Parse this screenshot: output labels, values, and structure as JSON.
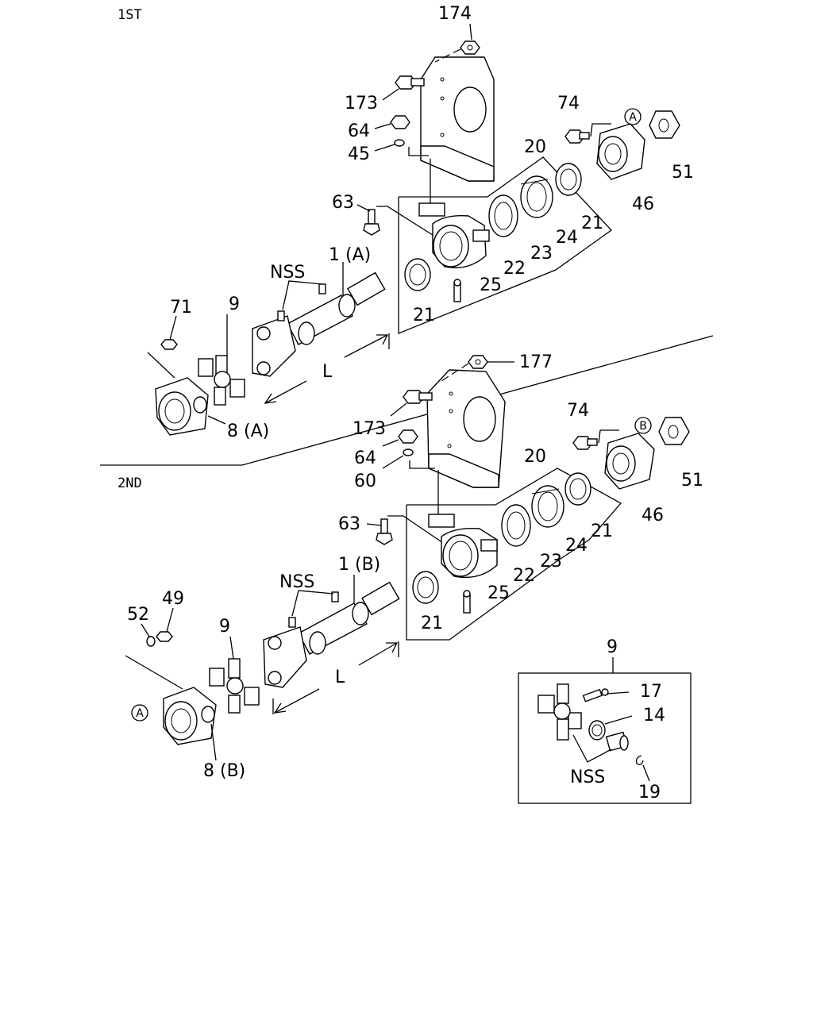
{
  "sections": {
    "first": "1ST",
    "second": "2ND"
  },
  "labels": {
    "p174": "174",
    "p173a": "173",
    "p64a": "64",
    "p45": "45",
    "p74a": "74",
    "pA_a": "A",
    "p51a": "51",
    "p20a": "20",
    "p46a": "46",
    "p63a": "63",
    "p21a": "21",
    "p24a": "24",
    "p23a": "23",
    "p22a": "22",
    "nss_a": "NSS",
    "p1A": "1 (A)",
    "p25a": "25",
    "p21b": "21",
    "p71": "71",
    "p9a": "9",
    "La": "L",
    "p8A": "8 (A)",
    "p177": "177",
    "p173b": "173",
    "p64b": "64",
    "p60": "60",
    "p74b": "74",
    "pB": "B",
    "p51b": "51",
    "p20b": "20",
    "p46b": "46",
    "p63b": "63",
    "p21c": "21",
    "p24b": "24",
    "p23b": "23",
    "p22b": "22",
    "nss_b": "NSS",
    "p1B": "1 (B)",
    "p25b": "25",
    "p21d": "21",
    "p52": "52",
    "p49": "49",
    "p9b": "9",
    "Lb": "L",
    "pA_b": "A",
    "p8B": "8 (B)",
    "p9c": "9",
    "p17": "17",
    "p14": "14",
    "nss_c": "NSS",
    "p19": "19"
  }
}
